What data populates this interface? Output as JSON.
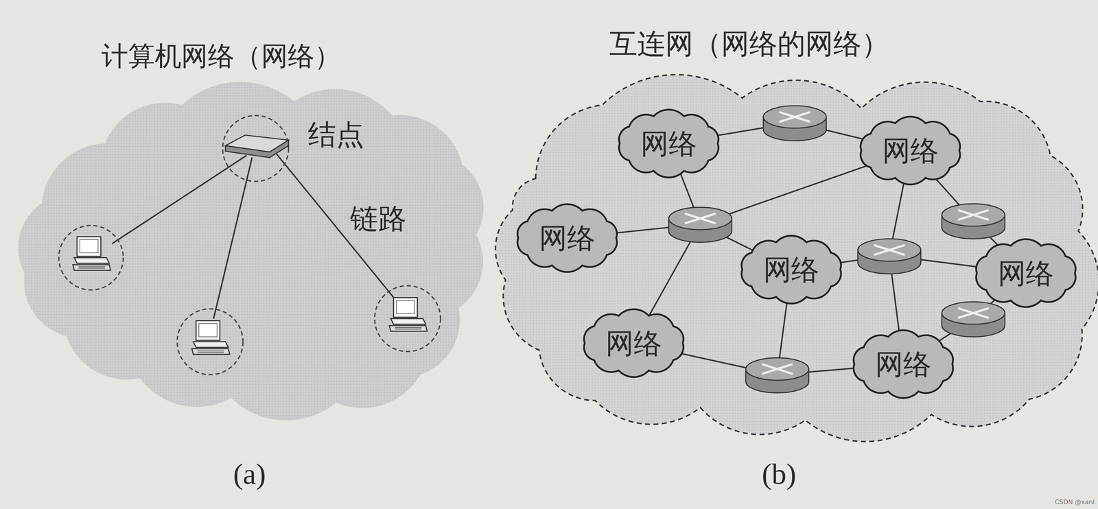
{
  "diagram": {
    "nodes": [
      {
        "text": [
          "计算机网络（网络）"
        ]
      },
      {
        "text": [
          "互连网（网络的网络）"
        ]
      },
      {
        "text": [
          "网络"
        ],
        "in": 1
      },
      {
        "text": [
          "网络"
        ],
        "in": 1
      },
      {
        "text": [
          "网络"
        ],
        "in": 1
      },
      {
        "text": [
          "网络"
        ],
        "in": 1
      },
      {
        "text": [
          "网络"
        ],
        "in": 1
      },
      {
        "text": [
          "网络"
        ],
        "in": 1
      },
      {
        "text": [
          "网络"
        ],
        "in": 1
      }
    ],
    "labels": [
      "结点",
      "链路",
      "(a)",
      "(b)",
      "CSDN @xanl"
    ]
  }
}
